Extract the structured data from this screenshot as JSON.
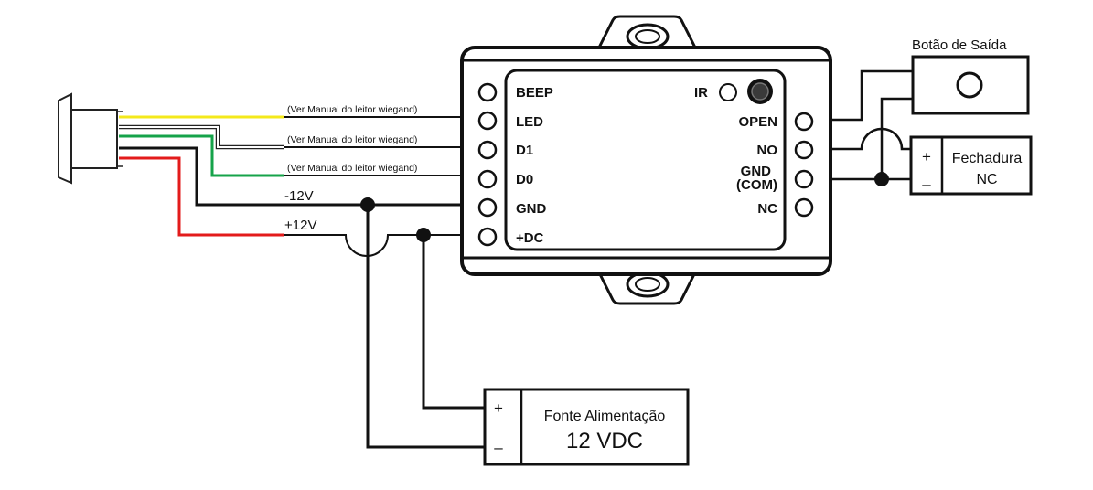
{
  "controller": {
    "left_terminals": [
      "BEEP",
      "LED",
      "D1",
      "D0",
      "GND",
      "+DC"
    ],
    "right_terminals": {
      "open": "OPEN",
      "no": "NO",
      "gnd_line1": "GND",
      "gnd_line2": "(COM)",
      "nc": "NC"
    },
    "ir_label": "IR"
  },
  "wires": {
    "note": "(Ver Manual do leitor wiegand)",
    "minus_12v": "-12V",
    "plus_12v": "+12V",
    "colors": {
      "yellow": "#f4e91b",
      "white": "#ffffff",
      "green": "#16a34a",
      "black": "#111111",
      "red": "#e31b1b"
    }
  },
  "exit_button": {
    "title": "Botão de Saída"
  },
  "lock": {
    "plus": "+",
    "minus": "–",
    "title_line1": "Fechadura",
    "title_line2": "NC"
  },
  "power_supply": {
    "plus": "+",
    "minus": "–",
    "title_line1": "Fonte Alimentação",
    "title_line2": "12 VDC"
  }
}
